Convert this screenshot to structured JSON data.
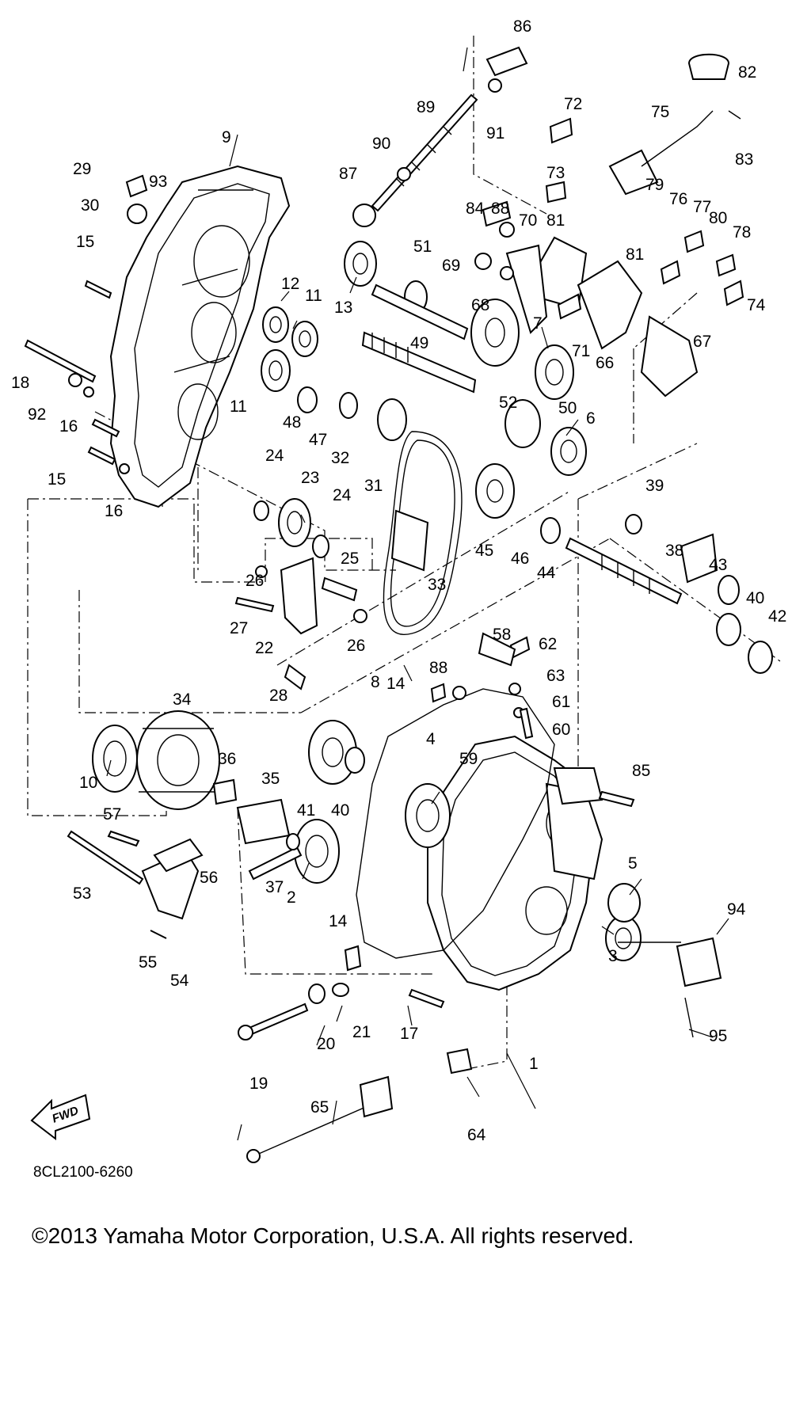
{
  "diagram": {
    "fwd_label": "FWD",
    "doc_code": "8CL2100-6260",
    "copyright": "©2013 Yamaha Motor Corporation, U.S.A. All rights reserved.",
    "callouts": [
      "1",
      "2",
      "3",
      "4",
      "5",
      "6",
      "7",
      "8",
      "9",
      "10",
      "11",
      "12",
      "13",
      "14",
      "15",
      "16",
      "17",
      "18",
      "19",
      "20",
      "21",
      "22",
      "23",
      "24",
      "25",
      "26",
      "27",
      "28",
      "29",
      "30",
      "31",
      "32",
      "33",
      "34",
      "35",
      "36",
      "37",
      "38",
      "39",
      "40",
      "41",
      "42",
      "43",
      "44",
      "45",
      "46",
      "47",
      "48",
      "49",
      "50",
      "51",
      "52",
      "53",
      "54",
      "55",
      "56",
      "57",
      "58",
      "59",
      "60",
      "61",
      "62",
      "63",
      "64",
      "65",
      "66",
      "67",
      "68",
      "69",
      "70",
      "71",
      "72",
      "73",
      "74",
      "75",
      "76",
      "77",
      "78",
      "79",
      "80",
      "81",
      "82",
      "83",
      "84",
      "85",
      "86",
      "87",
      "88",
      "89",
      "90",
      "91",
      "92",
      "93",
      "94",
      "95"
    ]
  }
}
